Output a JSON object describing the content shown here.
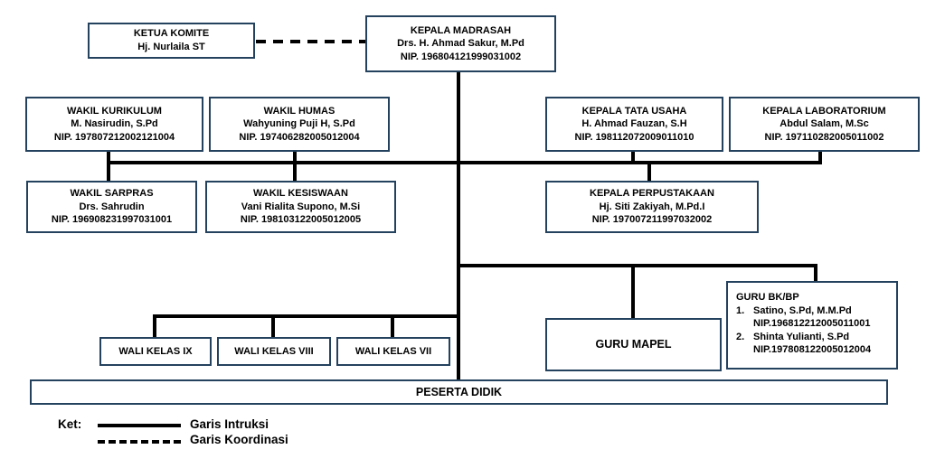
{
  "colors": {
    "box_border": "#24425e",
    "line": "#000000",
    "text": "#000000",
    "background": "#ffffff"
  },
  "nodes": {
    "ketua_komite": {
      "title": "KETUA KOMITE",
      "name": "Hj. Nurlaila ST"
    },
    "kepala_madrasah": {
      "title": "KEPALA MADRASAH",
      "name": "Drs. H. Ahmad Sakur, M.Pd",
      "nip": "NIP. 196804121999031002"
    },
    "wakil_kurikulum": {
      "title": "WAKIL KURIKULUM",
      "name": "M. Nasirudin, S.Pd",
      "nip": "NIP. 197807212002121004"
    },
    "wakil_humas": {
      "title": "WAKIL HUMAS",
      "name": "Wahyuning Puji H, S.Pd",
      "nip": "NIP. 197406282005012004"
    },
    "kepala_tata_usaha": {
      "title": "KEPALA TATA USAHA",
      "name": "H. Ahmad Fauzan, S.H",
      "nip": "NIP. 198112072009011010"
    },
    "kepala_laboratorium": {
      "title": "KEPALA LABORATORIUM",
      "name": "Abdul Salam, M.Sc",
      "nip": "NIP. 197110282005011002"
    },
    "wakil_sarpras": {
      "title": "WAKIL SARPRAS",
      "name": "Drs. Sahrudin",
      "nip": "NIP. 196908231997031001"
    },
    "wakil_kesiswaan": {
      "title": "WAKIL KESISWAAN",
      "name": "Vani Rialita Supono, M.Si",
      "nip": "NIP. 198103122005012005"
    },
    "kepala_perpustakaan": {
      "title": "KEPALA PERPUSTAKAAN",
      "name": "Hj. Siti Zakiyah, M.Pd.I",
      "nip": "NIP. 197007211997032002"
    },
    "wali_kelas_ix": {
      "title": "WALI KELAS IX"
    },
    "wali_kelas_viii": {
      "title": "WALI KELAS VIII"
    },
    "wali_kelas_vii": {
      "title": "WALI KELAS VII"
    },
    "guru_mapel": {
      "title": "GURU MAPEL"
    },
    "guru_bkbp": {
      "title": "GURU BK/BP",
      "members": [
        {
          "num": "1.",
          "name": "Satino, S.Pd, M.M.Pd",
          "nip": "NIP.196812212005011001"
        },
        {
          "num": "2.",
          "name": "Shinta Yulianti, S.Pd",
          "nip": "NIP.197808122005012004"
        }
      ]
    },
    "peserta_didik": {
      "title": "PESERTA DIDIK"
    }
  },
  "legend": {
    "label": "Ket:",
    "solid_label": "Garis Intruksi",
    "dashed_label": "Garis Koordinasi"
  }
}
